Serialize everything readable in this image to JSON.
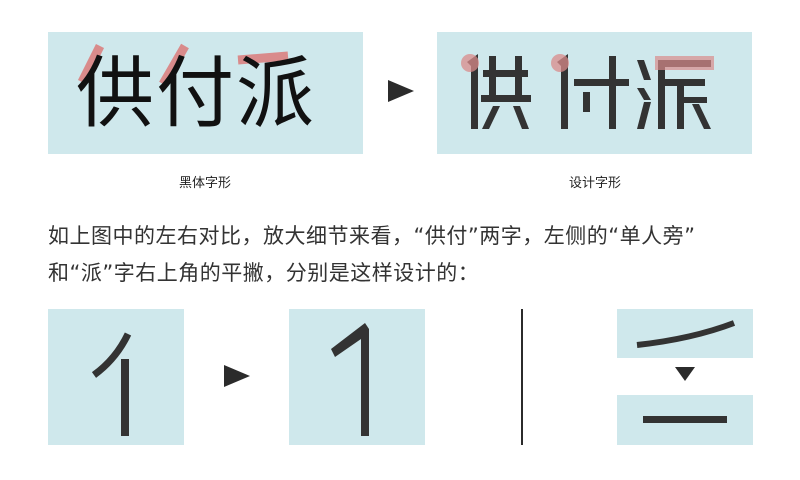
{
  "top": {
    "left_panel": {
      "glyphs": "供付派",
      "style": "heiti",
      "caption": "黑体字形"
    },
    "right_panel": {
      "glyphs": "供付派",
      "style": "designed",
      "caption": "设计字形"
    },
    "arrow": "right-arrow"
  },
  "paragraph": {
    "line1": "如上图中的左右对比，放大细节来看，“供付”两字，左侧的“单人旁”",
    "line2": "和“派”字右上角的平撇，分别是这样设计的："
  },
  "bottom": {
    "radical_before": "亻",
    "radical_after": "designed-radical",
    "stroke_before": "curved-pie-stroke",
    "stroke_after": "flat-stroke"
  },
  "colors": {
    "panel_bg": "#cfe8ec",
    "glyph": "#333333",
    "highlight": "#d98b8b"
  }
}
